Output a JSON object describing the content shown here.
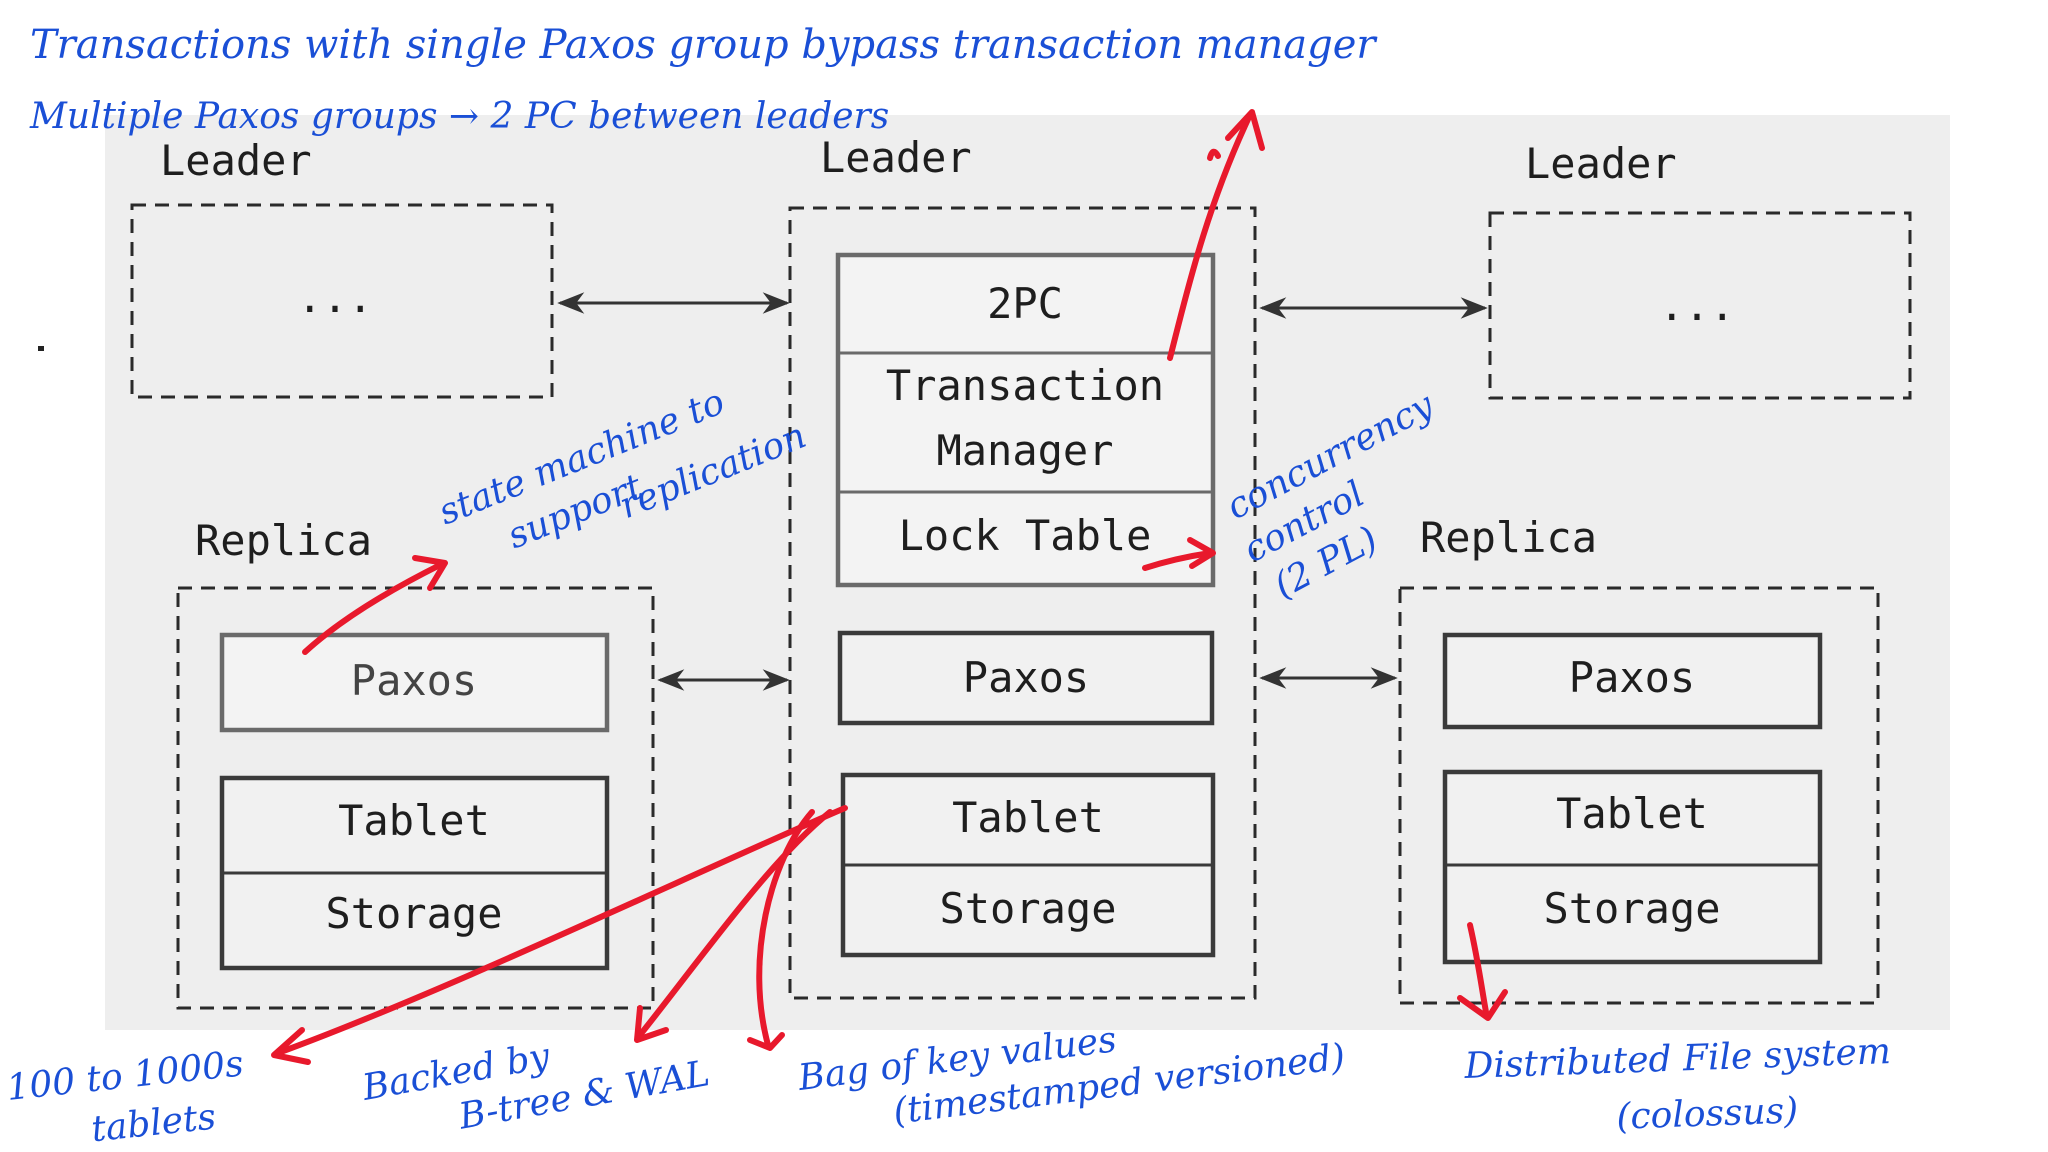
{
  "nodes": {
    "leader_left": {
      "title": "Leader",
      "body": "..."
    },
    "leader_center": {
      "title": "Leader",
      "stack": [
        "2PC",
        "Transaction",
        "Manager",
        "Lock Table"
      ]
    },
    "leader_right": {
      "title": "Leader",
      "body": "..."
    },
    "replica_left": {
      "title": "Replica",
      "paxos": "Paxos",
      "tablet": "Tablet",
      "storage": "Storage"
    },
    "center_lower": {
      "paxos": "Paxos",
      "tablet": "Tablet",
      "storage": "Storage"
    },
    "replica_right": {
      "title": "Replica",
      "paxos": "Paxos",
      "tablet": "Tablet",
      "storage": "Storage"
    }
  },
  "annotations": {
    "top_line1": "Transactions with single Paxos group bypass transaction manager",
    "top_line2": "Multiple Paxos groups → 2 PC between leaders",
    "state_machine": [
      "state machine to",
      "support",
      "replication"
    ],
    "concurrency": [
      "concurrency",
      "control",
      "(2 PL)"
    ],
    "tablets": [
      "100 to 1000s",
      "tablets"
    ],
    "backed": [
      "Backed by",
      "B-tree & WAL"
    ],
    "bag": [
      "Bag of key values",
      "(timestamped versioned)"
    ],
    "dfs": [
      "Distributed File system",
      "(colossus)"
    ]
  },
  "colors": {
    "annotation_ink": "#1a4fd6",
    "arrow_ink": "#e8192c",
    "paper": "#eeeeee"
  }
}
